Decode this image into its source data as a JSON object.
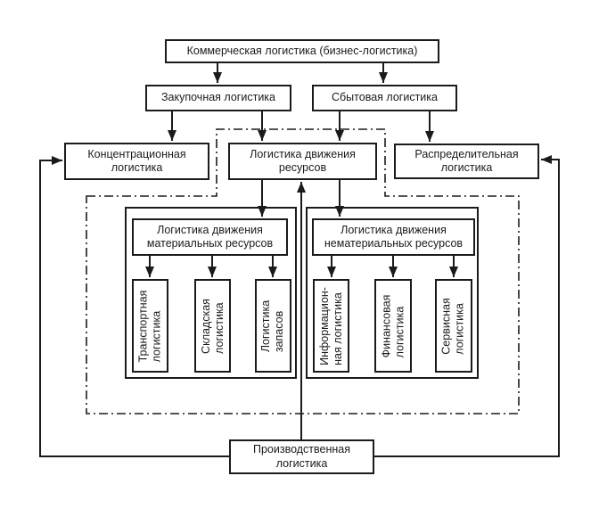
{
  "nodes": {
    "commercial": {
      "label": "Коммерческая логистика (бизнес-логистика)"
    },
    "purchasing": {
      "label": "Закупочная логистика"
    },
    "sales": {
      "label": "Сбытовая логистика"
    },
    "concentration": {
      "label": "Концентрационная\nлогистика"
    },
    "resource_movement": {
      "label": "Логистика движения\nресурсов"
    },
    "distribution": {
      "label": "Распределительная\nлогистика"
    },
    "material_header": {
      "label": "Логистика движения\nматериальных ресурсов"
    },
    "immaterial_header": {
      "label": "Логистика движения\nнематериальных ресурсов"
    },
    "transport": {
      "label": "Транспортная\nлогистика"
    },
    "warehouse": {
      "label": "Складская\nлогистика"
    },
    "stocks": {
      "label": "Логистика\nзапасов"
    },
    "information": {
      "label": "Информацион-\nная логистика"
    },
    "financial": {
      "label": "Финансовая\nлогистика"
    },
    "service": {
      "label": "Сервисная\nлогистика"
    },
    "production": {
      "label": "Производственная\nлогистика"
    }
  },
  "colors": {
    "ink": "#1b1b1b",
    "background": "#ffffff"
  }
}
